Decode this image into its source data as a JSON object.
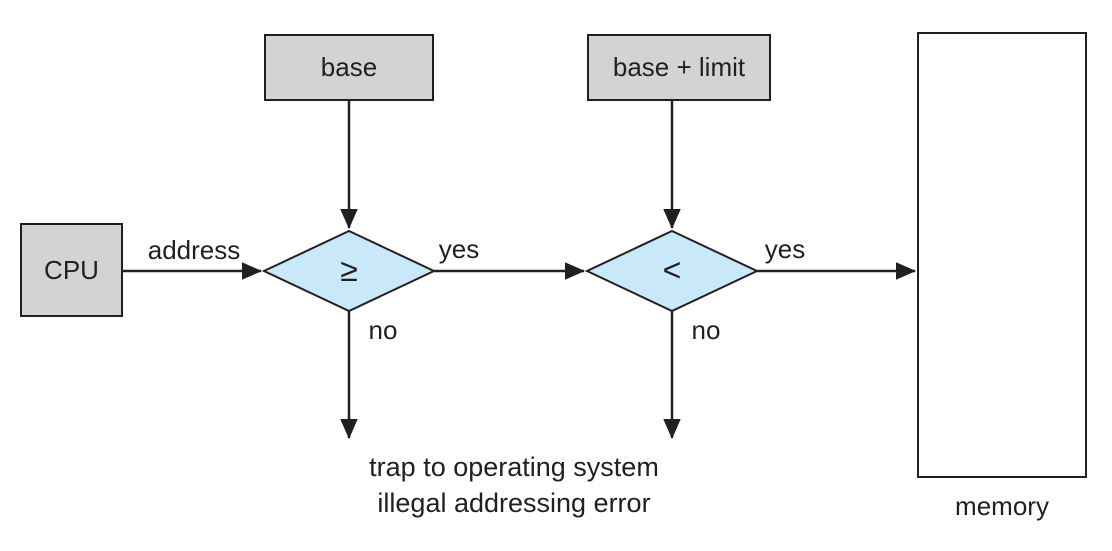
{
  "figure": {
    "type": "flowchart",
    "description_visible_text_only": true
  },
  "colors": {
    "register_box_fill": "#d1d3d4",
    "memory_box_fill": "#ffffff",
    "decision_diamond_fill": "#c9e8fa",
    "line": "#231f20",
    "text": "#231f20",
    "background": "#ffffff"
  },
  "nodes": {
    "cpu": {
      "label": "CPU"
    },
    "base_register": {
      "label": "base"
    },
    "base_limit_register": {
      "label": "base + limit"
    },
    "base_check": {
      "symbol": "≥"
    },
    "limit_check": {
      "symbol": "<"
    },
    "memory": {
      "label": "memory"
    }
  },
  "edge_labels": {
    "address": "address",
    "yes_base": "yes",
    "yes_limit": "yes",
    "no_base": "no",
    "no_limit": "no"
  },
  "trap": {
    "line1": "trap to operating system",
    "line2": "illegal addressing error"
  }
}
